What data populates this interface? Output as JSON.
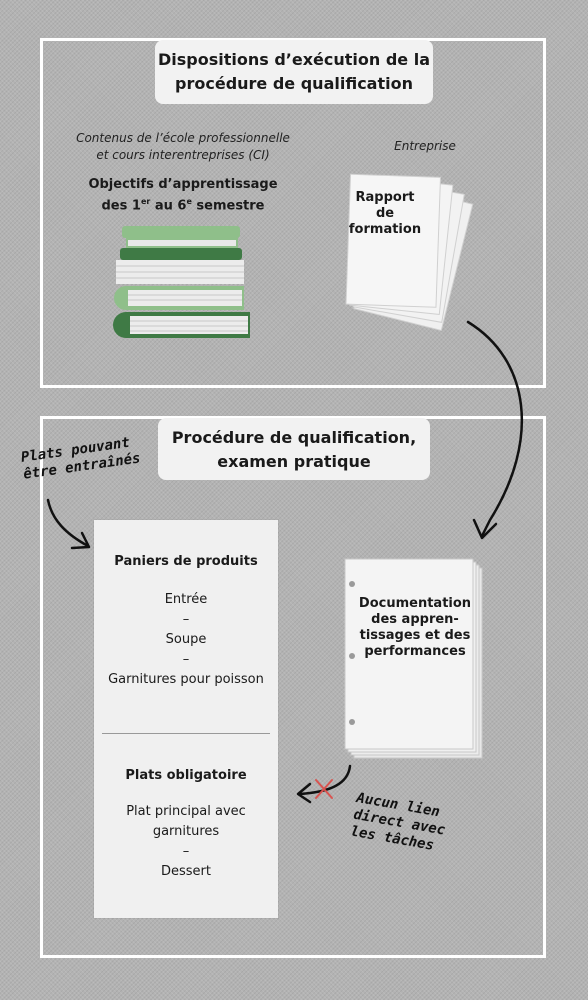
{
  "top_section": {
    "title_line1": "Dispositions d’exécution de la",
    "title_line2": "procédure de qualification",
    "school_note_line1": "Contenus de l’école professionnelle",
    "school_note_line2": "et cours interentreprises (CI)",
    "objectives_line1": "Objectifs d’apprentissage",
    "objectives_pre": "des 1",
    "objectives_sup1": "er",
    "objectives_mid": " au 6",
    "objectives_sup2": "e",
    "objectives_post": " semestre",
    "company_note": "Entreprise",
    "report_line1": "Rapport",
    "report_line2": "de",
    "report_line3": "formation"
  },
  "bottom_section": {
    "title_line1": "Procédure de qualification,",
    "title_line2": "examen pratique",
    "plats_note_line1": "Plats pouvant",
    "plats_note_line2": "être entraînés",
    "card_a": {
      "heading": "Paniers de produits",
      "items": [
        "Entrée",
        "–",
        "Soupe",
        "–",
        "Garnitures pour poisson"
      ]
    },
    "card_b": {
      "heading": "Plats obligatoire",
      "items": [
        "Plat principal avec",
        "garnitures",
        "–",
        "Dessert"
      ]
    },
    "doc_line1": "Documentation",
    "doc_line2": "des appren-",
    "doc_line3": "tissages et des",
    "doc_line4": "performances",
    "aucun_line1": "Aucun lien",
    "aucun_line2": "direct avec",
    "aucun_line3": "les tâches"
  },
  "colors": {
    "background": "#b3b3b3",
    "frame": "#ffffff",
    "panel": "#f2f2f2",
    "book_light_green": "#8fbf8a",
    "book_dark_green": "#3f7a45",
    "cross_red": "#d9534f"
  }
}
